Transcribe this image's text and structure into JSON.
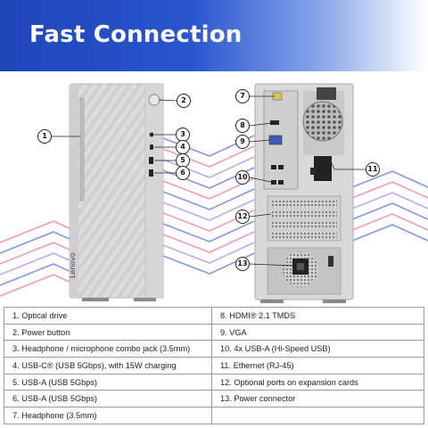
{
  "banner": {
    "title": "Fast Connection"
  },
  "front_brand": "Lenovo",
  "callouts": [
    "1",
    "2",
    "3",
    "4",
    "5",
    "6",
    "7",
    "8",
    "9",
    "10",
    "11",
    "12",
    "13"
  ],
  "ports": {
    "left": [
      "1.   Optical drive",
      "2.   Power button",
      "3.   Headphone / microphone combo jack (3.5mm)",
      "4.   USB-C® (USB 5Gbps), with 15W charging",
      "5.   USB-A (USB 5Gbps)",
      "6.   USB-A (USB 5Gbps)",
      "7.   Headphone (3.5mm)"
    ],
    "right": [
      "8.   HDMI® 2.1 TMDS",
      "9.   VGA",
      "10.  4x USB-A (Hi-Speed USB)",
      "11.  Ethernet (RJ-45)",
      "12.  Optional ports on expansion cards",
      "13.  Power connector",
      ""
    ]
  },
  "colors": {
    "banner_start": "#1f45b8",
    "chassis": "#d9d9d9",
    "stripe_blue": "#6f86e0",
    "stripe_pink": "#f08aa8"
  }
}
